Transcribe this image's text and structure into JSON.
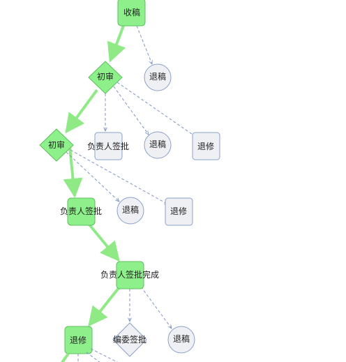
{
  "colors": {
    "active_fill": "#8df08a",
    "active_stroke": "#5fbf5c",
    "pending_fill": "#eef0f4",
    "pending_stroke": "#8aa0c8",
    "active_edge": "#8fea86",
    "pending_edge": "#7f95c4"
  },
  "nodes": {
    "receive": {
      "label": "收稿",
      "shape": "rounded-rect",
      "state": "active"
    },
    "first_review_1": {
      "label": "初审",
      "shape": "diamond",
      "state": "active"
    },
    "reject_1": {
      "label": "退稿",
      "shape": "circle",
      "state": "pending"
    },
    "first_review_2": {
      "label": "初审",
      "shape": "diamond",
      "state": "active"
    },
    "owner_approve_1": {
      "label": "负责人签批",
      "shape": "rounded-rect",
      "state": "pending"
    },
    "reject_2": {
      "label": "退稿",
      "shape": "circle",
      "state": "pending"
    },
    "revise_1": {
      "label": "退修",
      "shape": "rounded-rect",
      "state": "pending"
    },
    "owner_approve_2": {
      "label": "负责人签批",
      "shape": "rounded-rect",
      "state": "active"
    },
    "reject_3": {
      "label": "退稿",
      "shape": "circle",
      "state": "pending"
    },
    "revise_2": {
      "label": "退修",
      "shape": "rounded-rect",
      "state": "pending"
    },
    "owner_approve_done": {
      "label": "负责人签批完成",
      "shape": "rounded-rect",
      "state": "active"
    },
    "revise_3": {
      "label": "退修",
      "shape": "rounded-rect",
      "state": "active"
    },
    "editor_approve": {
      "label": "编委签批",
      "shape": "diamond",
      "state": "pending"
    },
    "reject_4": {
      "label": "退稿",
      "shape": "circle",
      "state": "pending"
    }
  },
  "edges": [
    {
      "from": "receive",
      "to": "first_review_1",
      "state": "active"
    },
    {
      "from": "receive",
      "to": "reject_1",
      "state": "pending"
    },
    {
      "from": "first_review_1",
      "to": "first_review_2",
      "state": "active"
    },
    {
      "from": "first_review_1",
      "to": "owner_approve_1",
      "state": "pending"
    },
    {
      "from": "first_review_1",
      "to": "reject_2",
      "state": "pending"
    },
    {
      "from": "first_review_1",
      "to": "revise_1",
      "state": "pending"
    },
    {
      "from": "first_review_2",
      "to": "owner_approve_2",
      "state": "active"
    },
    {
      "from": "first_review_2",
      "to": "reject_3",
      "state": "pending"
    },
    {
      "from": "first_review_2",
      "to": "revise_2",
      "state": "pending"
    },
    {
      "from": "owner_approve_2",
      "to": "owner_approve_done",
      "state": "active"
    },
    {
      "from": "owner_approve_done",
      "to": "revise_3",
      "state": "active"
    },
    {
      "from": "owner_approve_done",
      "to": "editor_approve",
      "state": "pending"
    },
    {
      "from": "owner_approve_done",
      "to": "reject_4",
      "state": "pending"
    }
  ]
}
